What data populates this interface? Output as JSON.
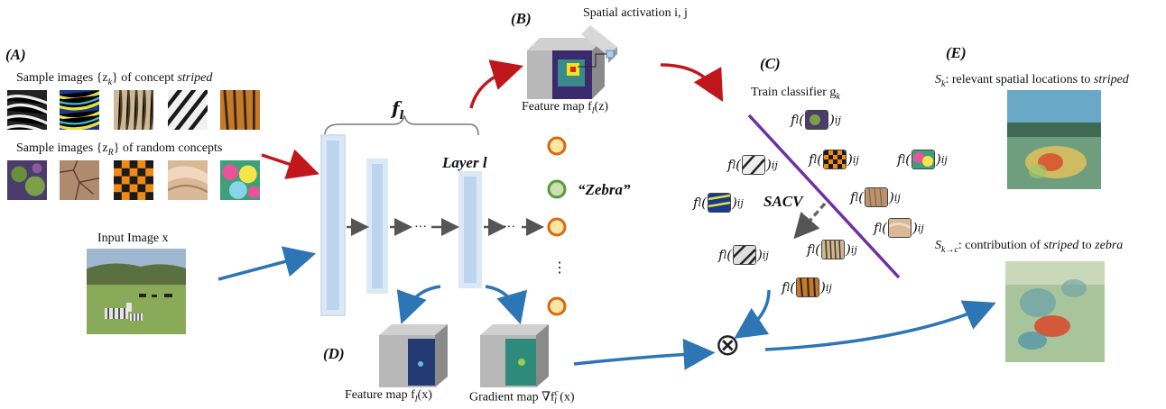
{
  "labels": {
    "a": "(A)",
    "b": "(B)",
    "c": "(C)",
    "d": "(D)",
    "e": "(E)"
  },
  "section_a": {
    "concept_caption_prefix": "Sample images {z",
    "concept_caption_sub": "k",
    "concept_caption_mid": "} of concept ",
    "concept_caption_word": "striped",
    "random_caption_prefix": "Sample images {z",
    "random_caption_sub": "R",
    "random_caption_suffix": "} of random concepts",
    "input_caption": "Input Image x"
  },
  "network": {
    "f_label": "f",
    "f_sub": "l",
    "layer_label": "Layer l",
    "dots": "···",
    "vdots": "⋮",
    "output_label": "“Zebra”"
  },
  "section_b": {
    "activation_caption": "Spatial activation i, j",
    "feature_caption": "Feature map f",
    "feature_caption_sub": "l",
    "feature_caption_arg": "(z)"
  },
  "section_c": {
    "classifier_caption": "Train classifier g",
    "classifier_sub": "k",
    "sacv_label": "SACV",
    "f_prefix": "f",
    "f_sub": "l",
    "ij": "ij"
  },
  "section_d": {
    "feature_caption": "Feature map f",
    "feature_sub": "l",
    "feature_arg": "(x)",
    "gradient_caption": "Gradient map ∇f",
    "gradient_sup": "c",
    "gradient_sub": "l",
    "gradient_arg": " (x)",
    "combine_symbol": "⊗"
  },
  "section_e": {
    "relevant_prefix": "S",
    "relevant_sub": "k",
    "relevant_text": ": relevant spatial locations to ",
    "relevant_word": "striped",
    "contrib_prefix": "S",
    "contrib_sub": "k→c",
    "contrib_text": ": contribution of ",
    "contrib_word1": "striped",
    "contrib_to": " to ",
    "contrib_word2": "zebra"
  },
  "colors": {
    "red_arrow": "#c0171c",
    "blue_arrow": "#2e75b6",
    "layer_fill": "#bcd4ee",
    "node_orange": "#d46a13",
    "node_green": "#5a9a3c",
    "node_fill": "#fde6a4",
    "classifier_line": "#7030a0"
  }
}
